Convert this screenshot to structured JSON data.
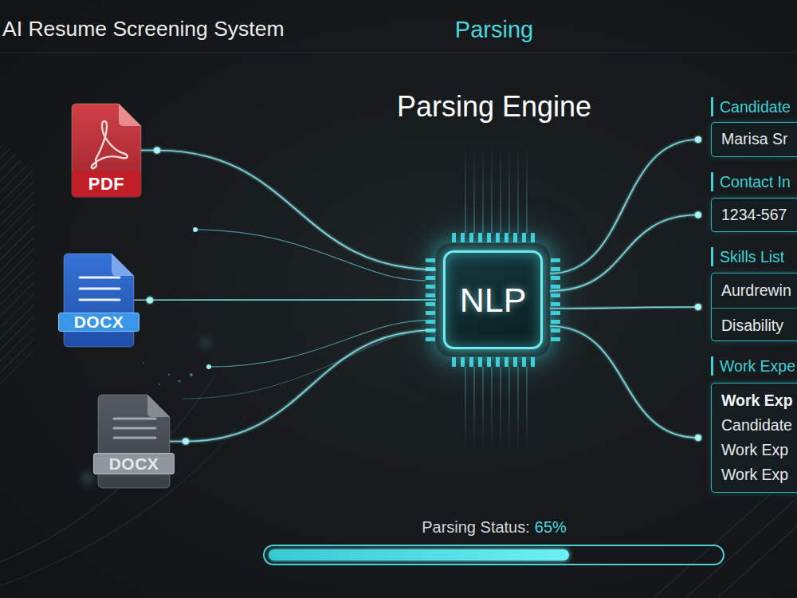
{
  "diagram": {
    "title": "AI Resume Screening System",
    "nodes": [
      {
        "text": [
          "PDF"
        ]
      },
      {
        "text": [
          "DOCX"
        ]
      },
      {
        "text": [
          "DOCX"
        ]
      },
      {
        "text": [
          "NLP"
        ]
      },
      {
        "text": [
          "Candidate",
          "Marisa Sr"
        ]
      },
      {
        "text": [
          "Contact In",
          "1234-567"
        ]
      },
      {
        "text": [
          "Skills List",
          "Aurdrewin",
          "Disability"
        ]
      },
      {
        "text": [
          "Work Expe",
          "Work Exp",
          "Candidate",
          "Work Exp",
          "Work Exp"
        ]
      }
    ],
    "edges": [
      {
        "from": 0,
        "to": 3,
        "arrow": "none"
      },
      {
        "from": 1,
        "to": 3,
        "arrow": "none"
      },
      {
        "from": 2,
        "to": 3,
        "arrow": "none"
      },
      {
        "from": 3,
        "to": 4,
        "arrow": "none"
      },
      {
        "from": 3,
        "to": 5,
        "arrow": "none"
      },
      {
        "from": 3,
        "to": 6,
        "arrow": "none"
      },
      {
        "from": 3,
        "to": 7,
        "arrow": "none"
      }
    ],
    "labels": [
      "Parsing",
      "Parsing Engine",
      "Parsing Status:",
      "65%"
    ]
  }
}
